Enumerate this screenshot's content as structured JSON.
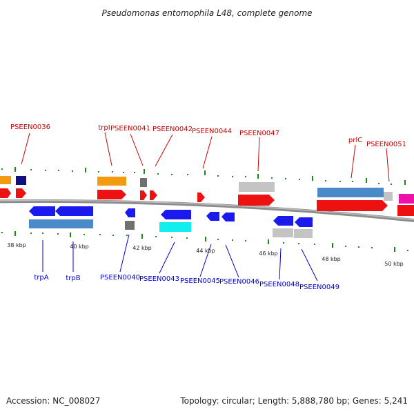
{
  "title": "Pseudomonas entomophila L48, complete genome",
  "accession_text": "Accession: NC_008027",
  "info_text": "Topology: circular; Length: 5,888,780 bp; Genes: 5,241",
  "colors": {
    "red_label": "#cc0000",
    "blue_label": "#0000cc",
    "tick_green": "#1a8a1a",
    "backbone": "#8c8c8c",
    "blue_gene": "#1a1aee",
    "red_gene": "#ee1111",
    "steel_gene": "#4a8ac8",
    "orange_gene": "#f29a10",
    "grey_gene": "#c4c4c4",
    "dark_grey_gene": "#707070",
    "cyan_gene": "#10eef0",
    "navy_gene": "#101080",
    "magenta_gene": "#ee10a8"
  },
  "scale_labels": [
    "38 kbp",
    "40 kbp",
    "42 kbp",
    "44 kbp",
    "46 kbp",
    "48 kbp",
    "50 kbp"
  ],
  "top_labels": [
    "PSEEN0036",
    "trpI",
    "PSEEN0041",
    "PSEEN0042",
    "PSEEN0044",
    "PSEEN0047",
    "prlC",
    "PSEEN0051"
  ],
  "bottom_labels": [
    "trpA",
    "trpB",
    "PSEEN0040",
    "PSEEN0043",
    "PSEEN0045",
    "PSEEN0046",
    "PSEEN0048",
    "PSEEN0049"
  ]
}
